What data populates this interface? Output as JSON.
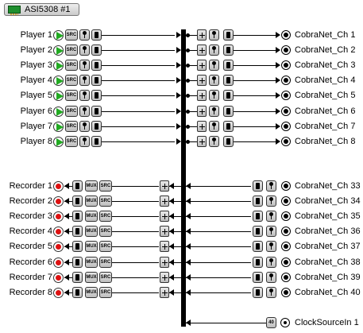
{
  "window": {
    "title": "ASI5308 #1"
  },
  "src_label": "SRC",
  "mux_label": "MUX",
  "clock_source_badge": "40",
  "players": [
    {
      "label": "Player",
      "num": "1",
      "dest": "CobraNet_Ch",
      "dest_num": "1"
    },
    {
      "label": "Player",
      "num": "2",
      "dest": "CobraNet_Ch",
      "dest_num": "2"
    },
    {
      "label": "Player",
      "num": "3",
      "dest": "CobraNet_Ch",
      "dest_num": "3"
    },
    {
      "label": "Player",
      "num": "4",
      "dest": "CobraNet_Ch",
      "dest_num": "4"
    },
    {
      "label": "Player",
      "num": "5",
      "dest": "CobraNet_Ch",
      "dest_num": "5"
    },
    {
      "label": "Player",
      "num": "6",
      "dest": "CobraNet_Ch",
      "dest_num": "6"
    },
    {
      "label": "Player",
      "num": "7",
      "dest": "CobraNet_Ch",
      "dest_num": "7"
    },
    {
      "label": "Player",
      "num": "8",
      "dest": "CobraNet_Ch",
      "dest_num": "8"
    }
  ],
  "recorders": [
    {
      "label": "Recorder",
      "num": "1",
      "source": "CobraNet_Ch",
      "source_num": "33"
    },
    {
      "label": "Recorder",
      "num": "2",
      "source": "CobraNet_Ch",
      "source_num": "34"
    },
    {
      "label": "Recorder",
      "num": "3",
      "source": "CobraNet_Ch",
      "source_num": "35"
    },
    {
      "label": "Recorder",
      "num": "4",
      "source": "CobraNet_Ch",
      "source_num": "36"
    },
    {
      "label": "Recorder",
      "num": "5",
      "source": "CobraNet_Ch",
      "source_num": "37"
    },
    {
      "label": "Recorder",
      "num": "6",
      "source": "CobraNet_Ch",
      "source_num": "38"
    },
    {
      "label": "Recorder",
      "num": "7",
      "source": "CobraNet_Ch",
      "source_num": "39"
    },
    {
      "label": "Recorder",
      "num": "8",
      "source": "CobraNet_Ch",
      "source_num": "40"
    }
  ],
  "clock": {
    "label": "ClockSourceIn",
    "num": "1"
  }
}
